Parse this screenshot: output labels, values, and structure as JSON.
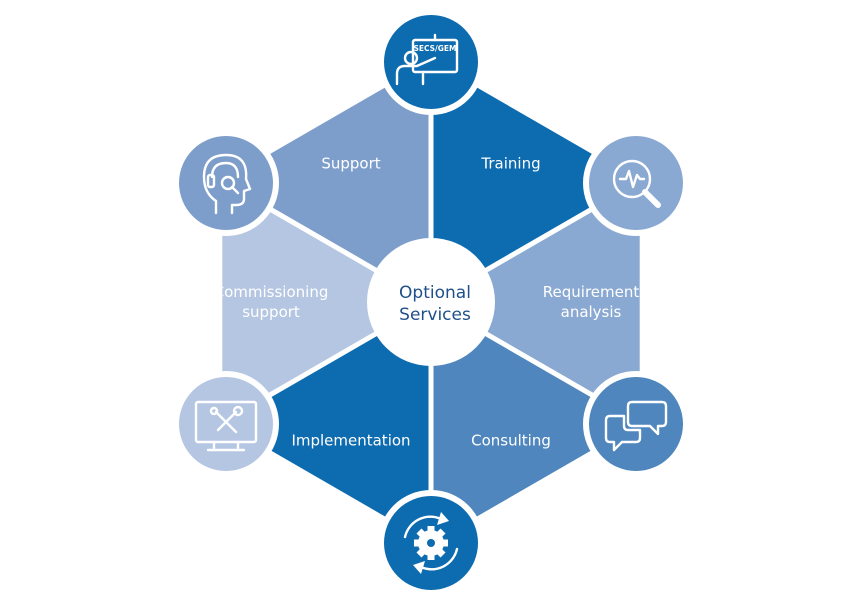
{
  "center": {
    "line1": "Optional",
    "line2": "Services"
  },
  "segments": [
    {
      "id": "training",
      "lines": [
        "Training"
      ],
      "color": "#0d6bb0",
      "icon": "presentation-board-icon",
      "icon_text": "SECS/GEM"
    },
    {
      "id": "requirement-analysis",
      "lines": [
        "Requirement",
        "analysis"
      ],
      "color": "#8aa9d2",
      "icon": "magnifier-pulse-icon"
    },
    {
      "id": "consulting",
      "lines": [
        "Consulting"
      ],
      "color": "#4f86bd",
      "icon": "chat-bubbles-icon"
    },
    {
      "id": "implementation",
      "lines": [
        "Implementation"
      ],
      "color": "#0d6bb0",
      "icon": "gear-cycle-icon"
    },
    {
      "id": "commissioning-support",
      "lines": [
        "Commissioning",
        "support"
      ],
      "color": "#b4c6e2",
      "icon": "monitor-tools-icon"
    },
    {
      "id": "support",
      "lines": [
        "Support"
      ],
      "color": "#7d9ecb",
      "icon": "headset-person-icon"
    }
  ],
  "colors": {
    "divider": "#ffffff",
    "center_fill": "#ffffff",
    "center_text": "#1f4f8b"
  }
}
